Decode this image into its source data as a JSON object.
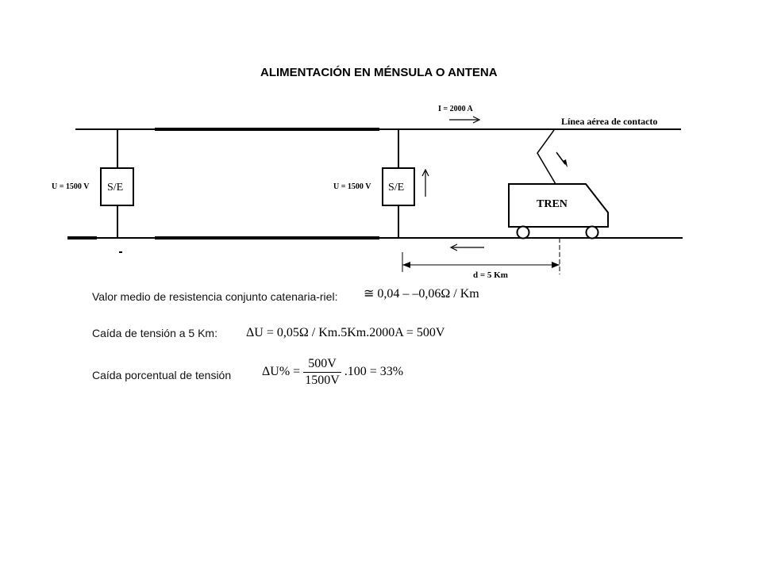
{
  "title": "ALIMENTACIÓN EN MÉNSULA O ANTENA",
  "diagram": {
    "current_label": "I = 2000 A",
    "line_label": "Línea aérea de contacto",
    "substation_1": {
      "box_label": "S/E",
      "voltage_label": "U = 1500 V"
    },
    "substation_2": {
      "box_label": "S/E",
      "voltage_label": "U = 1500 V"
    },
    "train_label": "TREN",
    "distance_label": "d = 5 Km"
  },
  "rows": [
    {
      "label": "Valor medio de resistencia conjunto catenaria-riel:",
      "formula": "≅ 0,04 – –0,06Ω / Km"
    },
    {
      "label": "Caída de tensión a 5 Km:",
      "formula": "ΔU = 0,05Ω / Km.5Km.2000A = 500V"
    },
    {
      "label": "Caída porcentual de tensión",
      "formula_lhs": "ΔU% =",
      "formula_num": "500V",
      "formula_den": "1500V",
      "formula_rhs": ".100 = 33%"
    }
  ]
}
